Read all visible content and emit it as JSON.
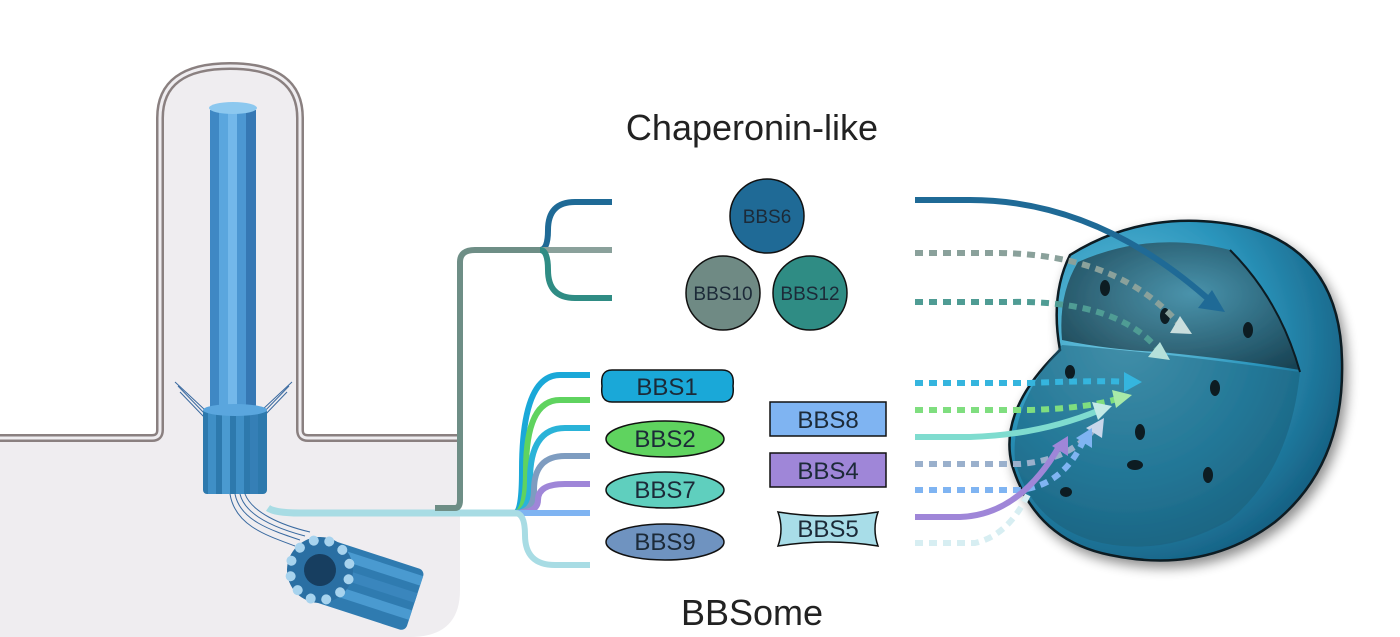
{
  "titles": {
    "chaperonin": "Chaperonin-like",
    "bbsome": "BBSome"
  },
  "chaperonin": {
    "bbs6": "BBS6",
    "bbs10": "BBS10",
    "bbs12": "BBS12"
  },
  "bbsome": {
    "bbs1": "BBS1",
    "bbs2": "BBS2",
    "bbs7": "BBS7",
    "bbs9": "BBS9",
    "bbs8": "BBS8",
    "bbs4": "BBS4",
    "bbs5": "BBS5"
  },
  "colors": {
    "bbs6": "#1f6a96",
    "bbs10": "#6f8a84",
    "bbs12": "#2f8c84",
    "bbs1": "#1aa8d8",
    "bbs2": "#5fd35f",
    "bbs7": "#5fcfbe",
    "bbs9": "#6f93c0",
    "bbs8": "#7fb4f2",
    "bbs4": "#9f86d8",
    "bbs5": "#a8dde8",
    "trunk_chaperonin": "#6e8e86",
    "trunk_bbsome": "#a8dce4",
    "membrane": "#8a8080",
    "cell": "#efedf0",
    "vesicle": "#2a9ec4",
    "microtubule": "#3d8bc8"
  }
}
